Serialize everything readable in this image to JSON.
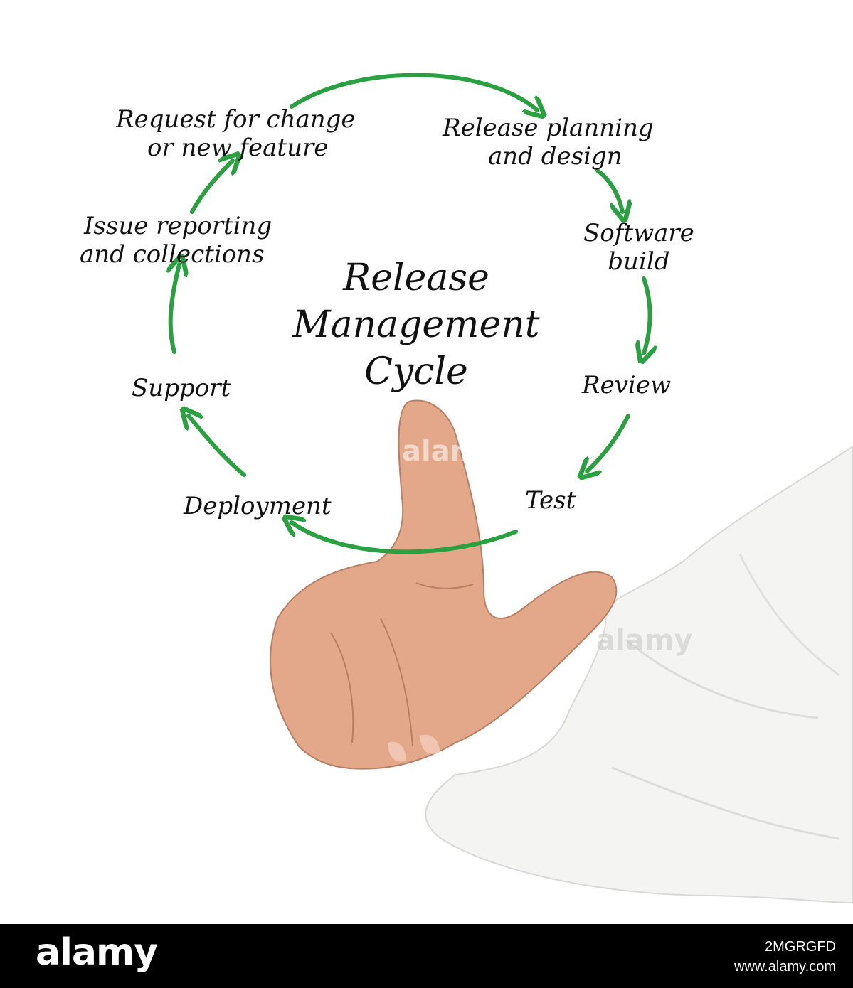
{
  "diagram": {
    "title_lines": [
      "Release",
      "Management",
      "Cycle"
    ],
    "stages": [
      {
        "id": "request",
        "lines": [
          "Request for change",
          "or new feature"
        ]
      },
      {
        "id": "planning",
        "lines": [
          "Release planning",
          "and design"
        ]
      },
      {
        "id": "build",
        "lines": [
          "Software",
          "build"
        ]
      },
      {
        "id": "review",
        "lines": [
          "Review"
        ]
      },
      {
        "id": "test",
        "lines": [
          "Test"
        ]
      },
      {
        "id": "deployment",
        "lines": [
          "Deployment"
        ]
      },
      {
        "id": "support",
        "lines": [
          "Support"
        ]
      },
      {
        "id": "issue",
        "lines": [
          "Issue reporting",
          "and collections"
        ]
      }
    ],
    "arrow_color": "#2aa040",
    "text_color": "#111111"
  },
  "watermarks": [
    "alamy",
    "alamy"
  ],
  "footer": {
    "brand": "alamy",
    "image_id_lines": [
      "2MGRGFD",
      "www.alamy.com"
    ]
  }
}
